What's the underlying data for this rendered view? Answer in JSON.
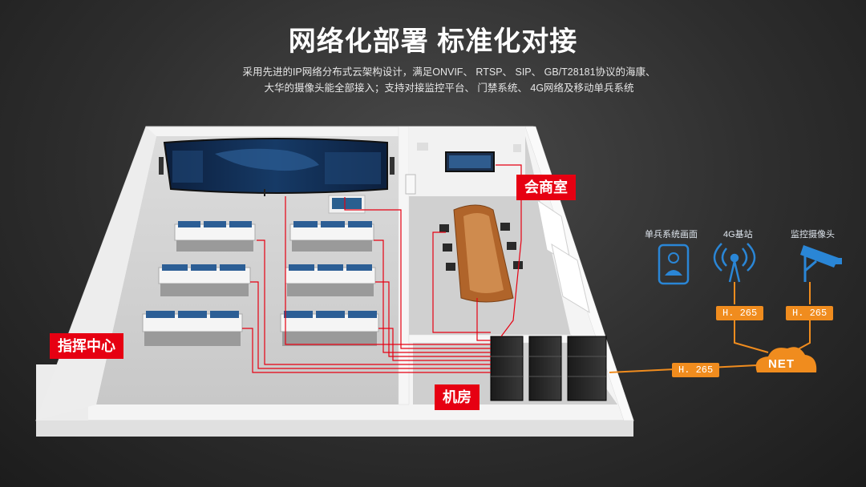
{
  "header": {
    "title": "网络化部署 标准化对接",
    "subtitle": "采用先进的IP网络分布式云架构设计，满足ONVIF、 RTSP、 SIP、 GB/T28181协议的海康、 大华的摄像头能全部接入；支持对接监控平台、 门禁系统、 4G网络及移动单兵系统"
  },
  "rooms": {
    "command_center": "指挥中心",
    "meeting_room": "会商室",
    "machine_room": "机房"
  },
  "network": {
    "soldier_label": "单兵系统画面",
    "base_station_label": "4G基站",
    "camera_label": "监控摄像头",
    "codec_left": "H. 265",
    "codec_right": "H. 265",
    "codec_main": "H. 265",
    "net_label": "NET"
  },
  "colors": {
    "accent_red": "#e60012",
    "accent_orange": "#f08c1e",
    "icon_blue": "#2a86d6"
  }
}
